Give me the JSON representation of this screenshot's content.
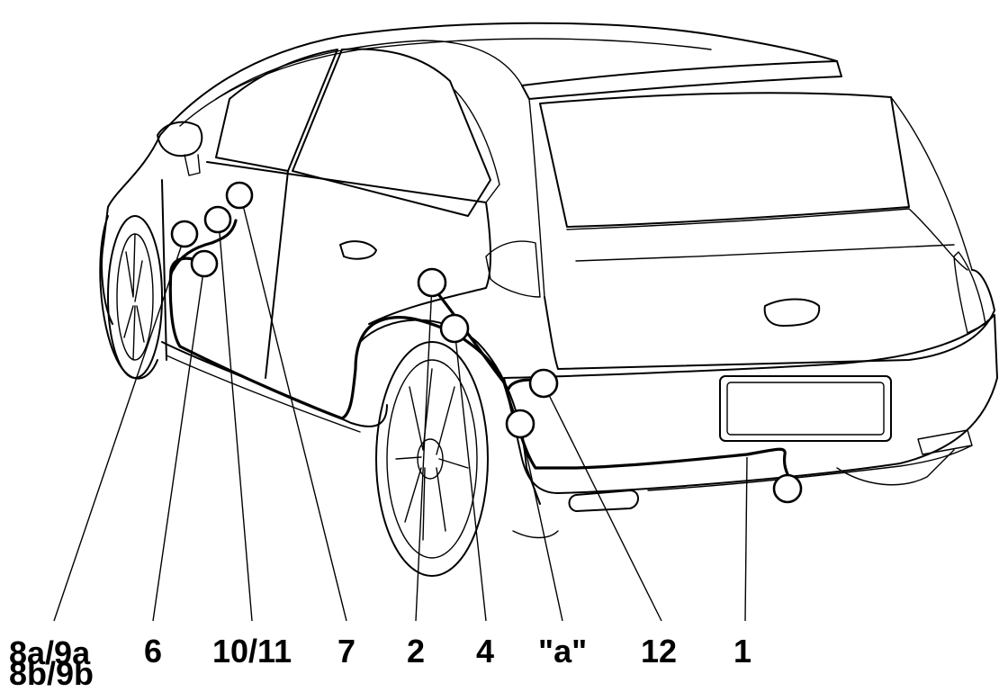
{
  "labels": {
    "l_8a9a": "8a/9a",
    "l_8b9b": "8b/9b",
    "l_6": "6",
    "l_1011": "10/11",
    "l_7": "7",
    "l_2": "2",
    "l_4": "4",
    "l_a": "\"a\"",
    "l_12": "12",
    "l_1": "1"
  }
}
